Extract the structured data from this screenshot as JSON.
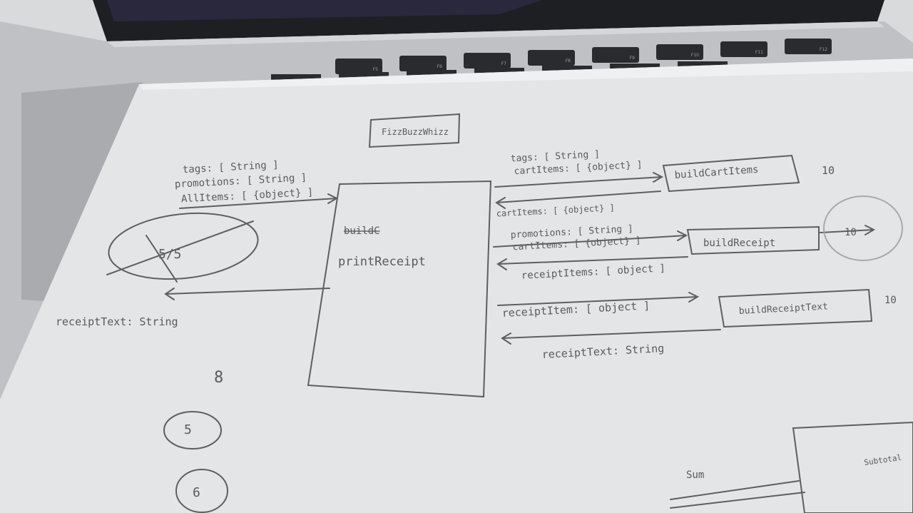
{
  "photo": {
    "subject": "pencil sketch on paper over laptop keyboard",
    "colors": {
      "paper": "#e4e5e7",
      "pencil": "#5a5a5e",
      "laptop_body": "#bfc1c4",
      "screen_bezel": "#1e1f22",
      "keys": "#2a2b2e"
    }
  },
  "keyboard": {
    "keys": [
      {
        "label": "F5"
      },
      {
        "label": "F6"
      },
      {
        "label": "F7"
      },
      {
        "label": "F8"
      },
      {
        "label": "F9"
      },
      {
        "label": "F10"
      },
      {
        "label": "F11"
      },
      {
        "label": "F12"
      }
    ]
  },
  "sketch": {
    "title": "FizzBuzzWhizz",
    "main_box": {
      "label_struck": "buildC",
      "label": "printReceipt"
    },
    "input_labels": [
      "tags: [ String ]",
      "promotions: [ String ]",
      "AllItems: [ {object} ]"
    ],
    "return_label": "receiptText: String",
    "calls": [
      {
        "function": "buildCartItems",
        "time": "10",
        "args": [
          "tags: [ String ]",
          "cartItems: [ {object} ]"
        ],
        "returns": "cartItems: [ {object} ]"
      },
      {
        "function": "buildReceipt",
        "time": "10",
        "args": [
          "promotions: [ String ]",
          "cartItems: [ {object} ]"
        ],
        "returns": "receiptItems: [ object ]"
      },
      {
        "function": "buildReceiptText",
        "time": "10",
        "args": [
          "receiptItem: [ object ]"
        ],
        "returns": "receiptText: String"
      }
    ],
    "time_notes": [
      "5/5",
      "8",
      "5",
      "6"
    ],
    "bottom_notes": [
      "Sum",
      "Subtotal"
    ]
  }
}
